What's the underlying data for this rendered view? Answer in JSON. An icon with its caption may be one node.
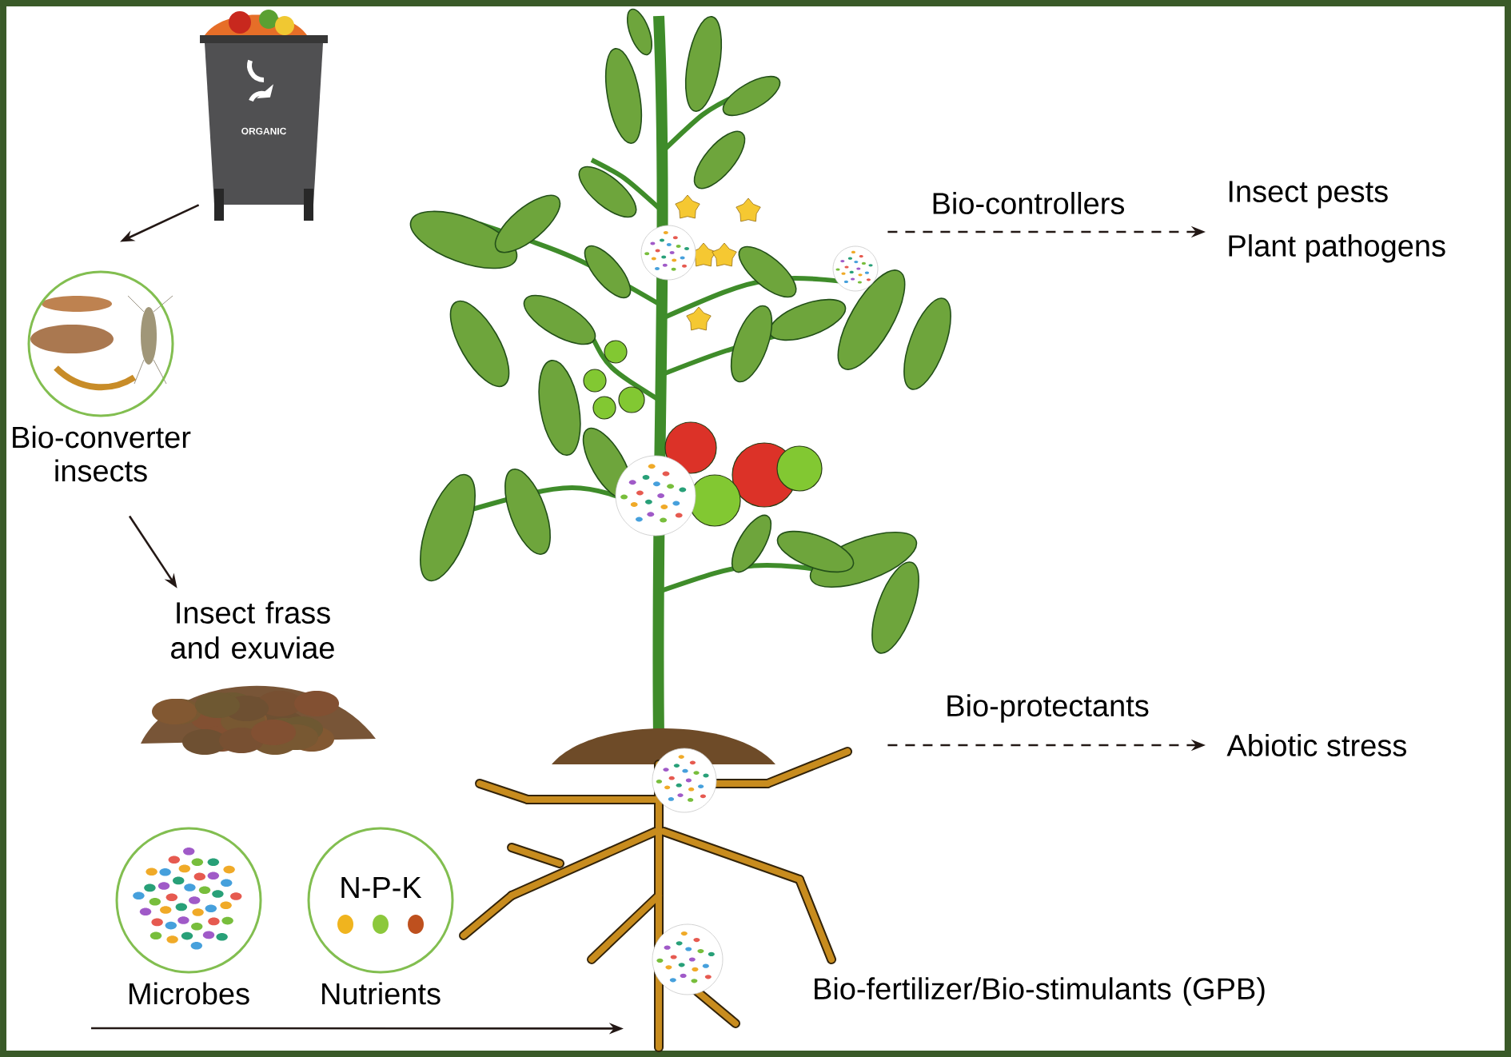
{
  "diagram": {
    "nodes": [
      {
        "text": [
          "ORGANIC"
        ]
      },
      {
        "text": [
          "Bio-converter insects"
        ]
      },
      {
        "text": [
          "Insect frass and exuviae"
        ]
      },
      {
        "text": [
          "Microbes"
        ]
      },
      {
        "text": [
          "N-P-K",
          "Nutrients"
        ]
      },
      {
        "text": [],
        "shape": "picture"
      },
      {
        "text": [
          "Insect pests",
          "Plant pathogens"
        ]
      },
      {
        "text": [
          "Abiotic stress"
        ]
      }
    ],
    "edges": [
      {
        "from": 0,
        "to": 1,
        "arrow": "to"
      },
      {
        "from": 1,
        "to": 2,
        "arrow": "to"
      },
      {
        "from": null,
        "to": 5,
        "arrow": "to"
      },
      {
        "from": 5,
        "to": 6,
        "arrow": "to",
        "label": "Bio-controllers",
        "style": "dashed"
      },
      {
        "from": 5,
        "to": 7,
        "arrow": "to",
        "label": "Bio-protectants",
        "style": "dashed"
      }
    ],
    "labels": [
      "Bio-fertilizer/Bio-stimulants (GPB)"
    ]
  }
}
